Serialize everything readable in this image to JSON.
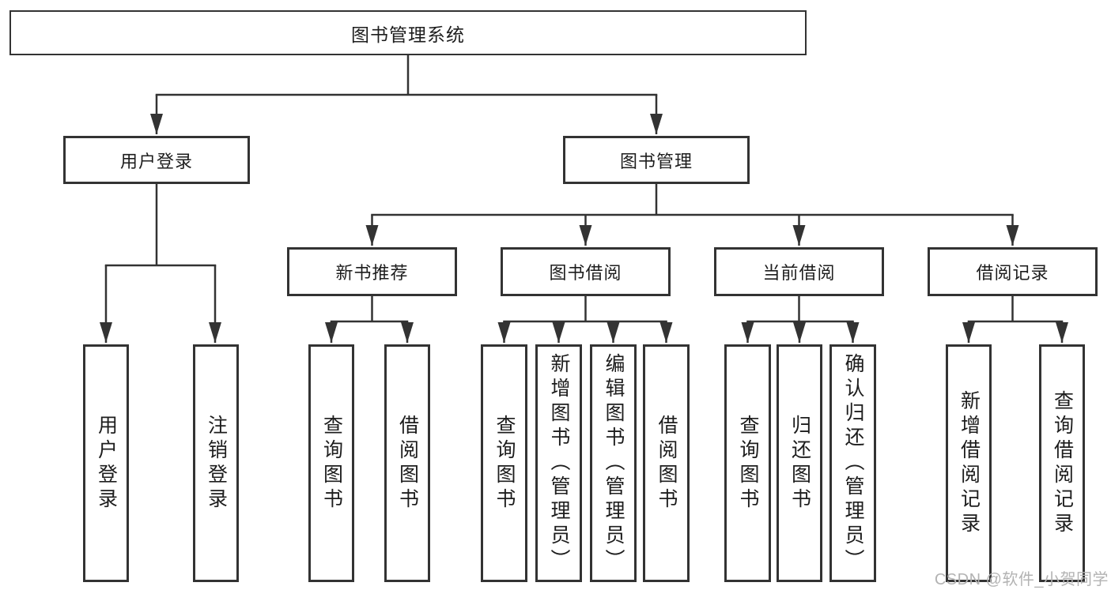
{
  "colors": {
    "line": "#333333",
    "box_border": "#333333",
    "text": "#1d1d1d",
    "watermark": "#b3b3b3",
    "background": "#ffffff"
  },
  "watermark": {
    "text": "CSDN @软件_小贺同学"
  },
  "tree": {
    "root": {
      "label": "图书管理系统"
    },
    "branches": [
      {
        "label": "用户登录",
        "children": [
          {
            "label": "用户登录"
          },
          {
            "label": "注销登录"
          }
        ]
      },
      {
        "label": "图书管理",
        "groups": [
          {
            "label": "新书推荐",
            "children": [
              {
                "label": "查询图书"
              },
              {
                "label": "借阅图书"
              }
            ]
          },
          {
            "label": "图书借阅",
            "children": [
              {
                "label": "查询图书"
              },
              {
                "label": "新增图书（管理员）"
              },
              {
                "label": "编辑图书（管理员）"
              },
              {
                "label": "借阅图书"
              }
            ]
          },
          {
            "label": "当前借阅",
            "children": [
              {
                "label": "查询图书"
              },
              {
                "label": "归还图书"
              },
              {
                "label": "确认归还（管理员）"
              }
            ]
          },
          {
            "label": "借阅记录",
            "children": [
              {
                "label": "新增借阅记录"
              },
              {
                "label": "查询借阅记录"
              }
            ]
          }
        ]
      }
    ]
  }
}
